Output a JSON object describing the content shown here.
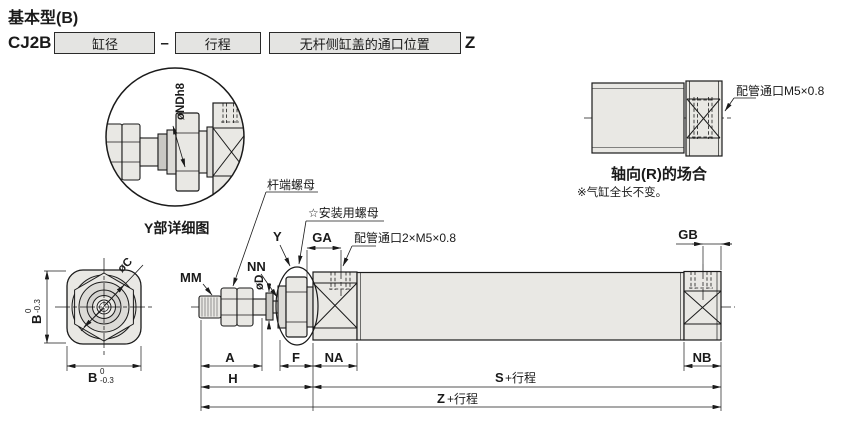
{
  "header": {
    "title": "基本型(B)"
  },
  "model": {
    "prefix": "CJ2B",
    "bore": "缸径",
    "separator": "–",
    "stroke": "行程",
    "port_position": "无杆侧缸盖的通口位置",
    "suffix": "Z"
  },
  "detail_view": {
    "caption": "Y部详细图",
    "boss_dia": "øNDh8"
  },
  "axial_view": {
    "port": "配管通口M5×0.8",
    "caption": "轴向(R)的场合",
    "note": "※气缸全长不变。"
  },
  "end_view": {
    "outer_dia": "øC",
    "width": "B",
    "tol_upper": "0",
    "tol_lower": "-0.3"
  },
  "main_view": {
    "rod_thread": "MM",
    "rod_nut_thread": "NN",
    "rod_dia": "øD",
    "detail_ref": "Y",
    "rod_end_nut": "杆端螺母",
    "mounting_nut": "☆安装用螺母",
    "pipe_port": "配管通口2×M5×0.8",
    "dim_GA": "GA",
    "dim_GB": "GB",
    "dim_NB": "NB",
    "dim_A": "A",
    "dim_F": "F",
    "dim_NA": "NA",
    "dim_H": "H",
    "dim_S": "S",
    "dim_S_suffix": "+行程",
    "dim_Z": "Z",
    "dim_Z_suffix": "+行程"
  },
  "colors": {
    "line": "#1a1a1a",
    "metal_fill": "#e9e8e4",
    "box_fill": "#e4e4e2"
  }
}
